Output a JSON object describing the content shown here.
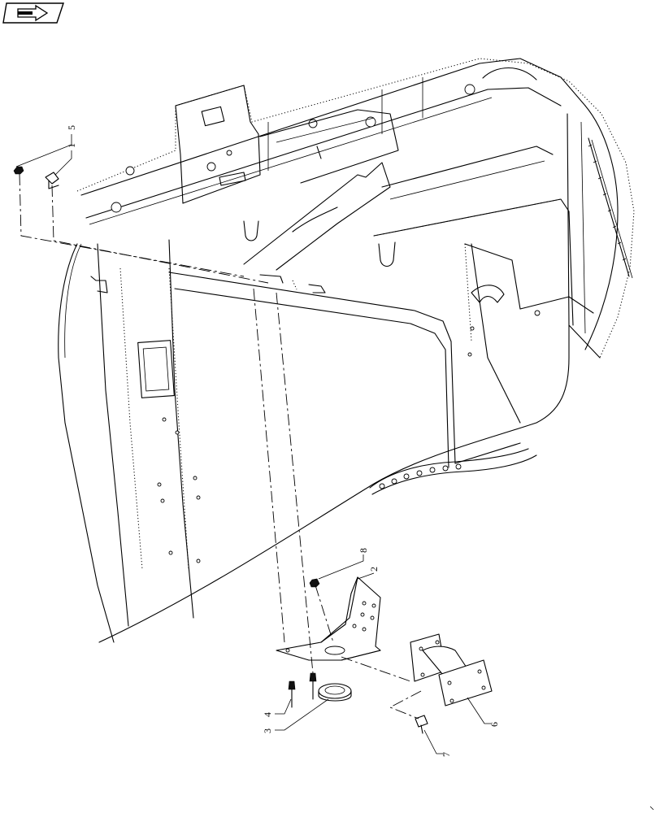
{
  "nav_icon": {
    "name": "arrow-right-icon",
    "colors": {
      "stroke": "#000000",
      "fill": "#ffffff"
    }
  },
  "callouts": [
    {
      "id": "c5",
      "label": "5"
    },
    {
      "id": "c1",
      "label": "1"
    },
    {
      "id": "c8",
      "label": "8"
    },
    {
      "id": "c2",
      "label": "2"
    },
    {
      "id": "c4",
      "label": "4"
    },
    {
      "id": "c3",
      "label": "3"
    },
    {
      "id": "c6",
      "label": "6"
    },
    {
      "id": "c7",
      "label": "7"
    }
  ]
}
